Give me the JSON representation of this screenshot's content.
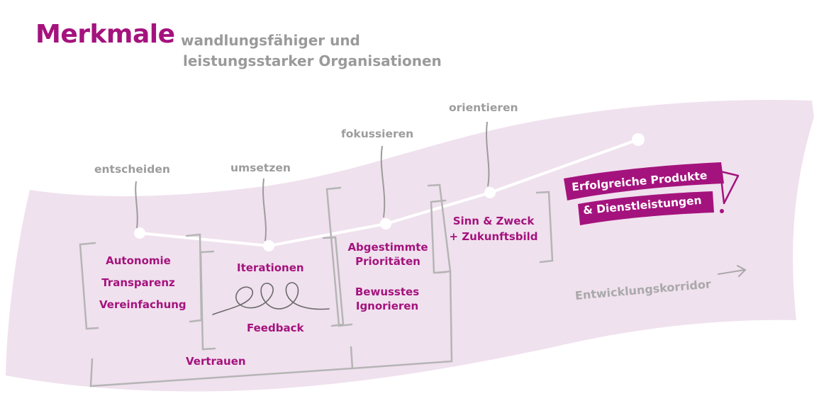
{
  "title": {
    "main": "Merkmale",
    "sub_line1": "wandlungsfähiger und",
    "sub_line2": "leistungsstarker Organisationen"
  },
  "steps": [
    {
      "verb": "entscheiden"
    },
    {
      "verb": "umsetzen"
    },
    {
      "verb": "fokussieren"
    },
    {
      "verb": "orientieren"
    }
  ],
  "groups": {
    "g1": [
      "Autonomie",
      "Transparenz",
      "Vereinfachung"
    ],
    "g2_top": "Iterationen",
    "g2_bottom": "Feedback",
    "g3_line1": "Abgestimmte",
    "g3_line2": "Prioritäten",
    "g3_line3": "Bewusstes",
    "g3_line4": "Ignorieren",
    "g4_line1": "Sinn & Zweck",
    "g4_line2": "+ Zukunftsbild",
    "bottom": "Vertrauen"
  },
  "result": {
    "line1": "Erfolgreiche Produkte",
    "line2": "& Dienstleistungen"
  },
  "corridor_label": "Entwicklungskorridor",
  "colors": {
    "accent": "#a4137d",
    "corridor": "#f0e1ee",
    "gray_text": "#9c9c9c",
    "bracket": "#b5b5b5"
  }
}
